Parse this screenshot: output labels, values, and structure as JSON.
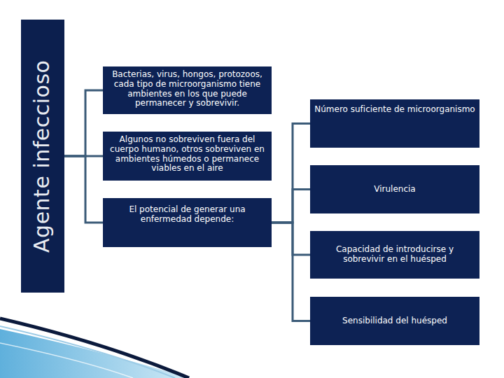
{
  "diagram": {
    "nodes": [
      {
        "text": [
          "Agente infeccioso"
        ]
      },
      {
        "text": [
          "Bacterias, virus, hongos, protozoos, cada tipo de microorganismo tiene ambientes en los que puede permanecer y sobrevivir."
        ]
      },
      {
        "text": [
          "Algunos no sobreviven fuera del cuerpo humano, otros sobreviven en ambientes húmedos o permanece viables en el aire"
        ]
      },
      {
        "text": [
          "El potencial de generar una enfermedad depende:"
        ]
      },
      {
        "text": [
          "Número suficiente de microorganismo"
        ]
      },
      {
        "text": [
          "Virulencia"
        ]
      },
      {
        "text": [
          "Capacidad de introducirse y sobrevivir en el huésped"
        ]
      },
      {
        "text": [
          "Sensibilidad del huésped"
        ]
      }
    ],
    "edges": [
      {
        "from": 0,
        "to": 1,
        "arrow": "none"
      },
      {
        "from": 0,
        "to": 2,
        "arrow": "none"
      },
      {
        "from": 0,
        "to": 3,
        "arrow": "none"
      },
      {
        "from": 3,
        "to": 4,
        "arrow": "none"
      },
      {
        "from": 3,
        "to": 5,
        "arrow": "none"
      },
      {
        "from": 3,
        "to": 6,
        "arrow": "none"
      },
      {
        "from": 3,
        "to": 7,
        "arrow": "none"
      }
    ]
  }
}
